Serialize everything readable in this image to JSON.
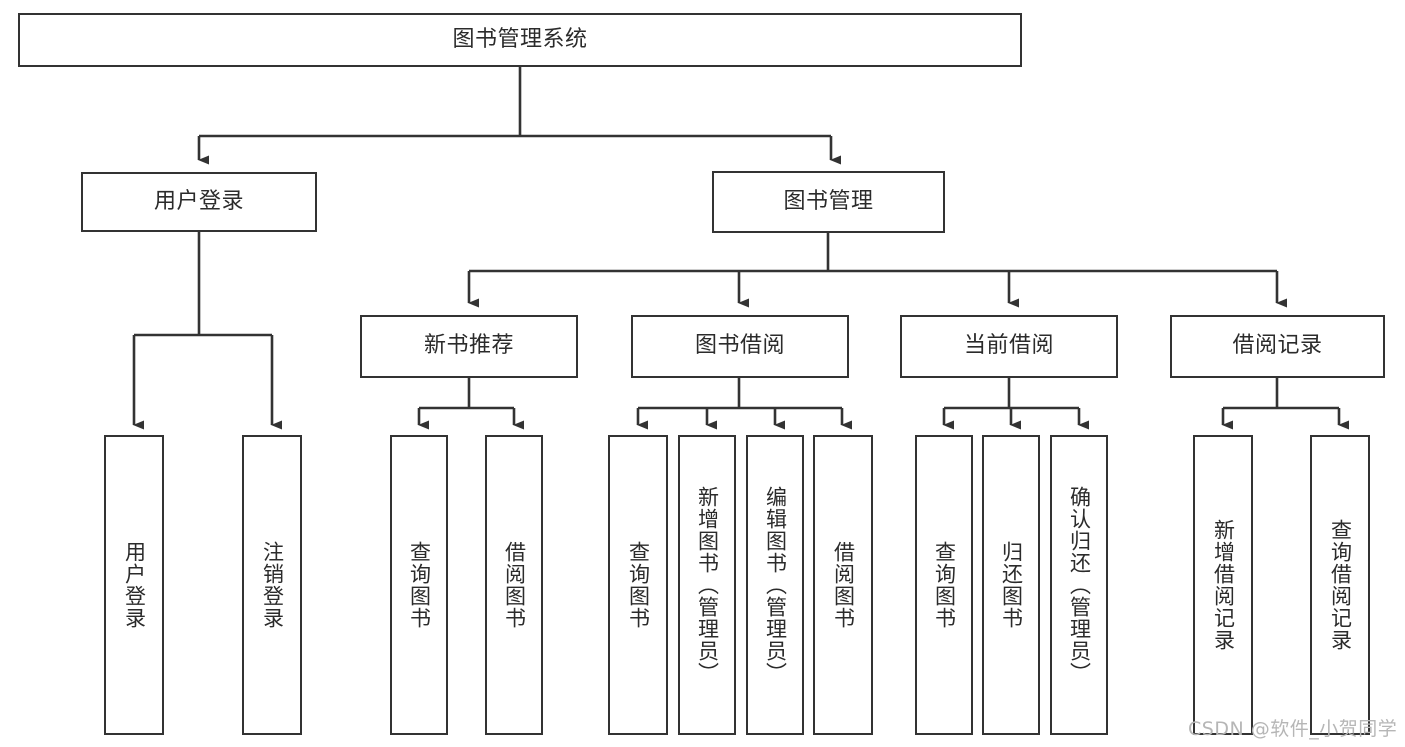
{
  "diagram": {
    "title_node": {
      "label": "图书管理系统"
    },
    "level1": [
      {
        "id": "user-login",
        "label": "用户登录"
      },
      {
        "id": "book-management",
        "label": "图书管理"
      }
    ],
    "level2": [
      {
        "id": "new-book-recommend",
        "label": "新书推荐"
      },
      {
        "id": "book-borrow",
        "label": "图书借阅"
      },
      {
        "id": "current-borrow",
        "label": "当前借阅"
      },
      {
        "id": "borrow-record",
        "label": "借阅记录"
      }
    ],
    "leaves": {
      "user_login": [
        {
          "id": "leaf-user-login",
          "label": "用户登录"
        },
        {
          "id": "leaf-logout-login",
          "label": "注销登录"
        }
      ],
      "new_book_recommend": [
        {
          "id": "leaf-query-book-1",
          "label": "查询图书"
        },
        {
          "id": "leaf-borrow-book-1",
          "label": "借阅图书"
        }
      ],
      "book_borrow": [
        {
          "id": "leaf-query-book-2",
          "label": "查询图书"
        },
        {
          "id": "leaf-add-book",
          "label": "新增图书（管理员）"
        },
        {
          "id": "leaf-edit-book",
          "label": "编辑图书（管理员）"
        },
        {
          "id": "leaf-borrow-book-2",
          "label": "借阅图书"
        }
      ],
      "current_borrow": [
        {
          "id": "leaf-query-book-3",
          "label": "查询图书"
        },
        {
          "id": "leaf-return-book",
          "label": "归还图书"
        },
        {
          "id": "leaf-confirm-return",
          "label": "确认归还（管理员）"
        }
      ],
      "borrow_record": [
        {
          "id": "leaf-add-borrow-record",
          "label": "新增借阅记录"
        },
        {
          "id": "leaf-query-borrow-record",
          "label": "查询借阅记录"
        }
      ]
    },
    "watermark": "CSDN @软件_小贺同学",
    "colors": {
      "stroke": "#333333",
      "text": "#2b2b2b",
      "background": "#ffffff",
      "watermark": "#b6b6b6"
    }
  }
}
